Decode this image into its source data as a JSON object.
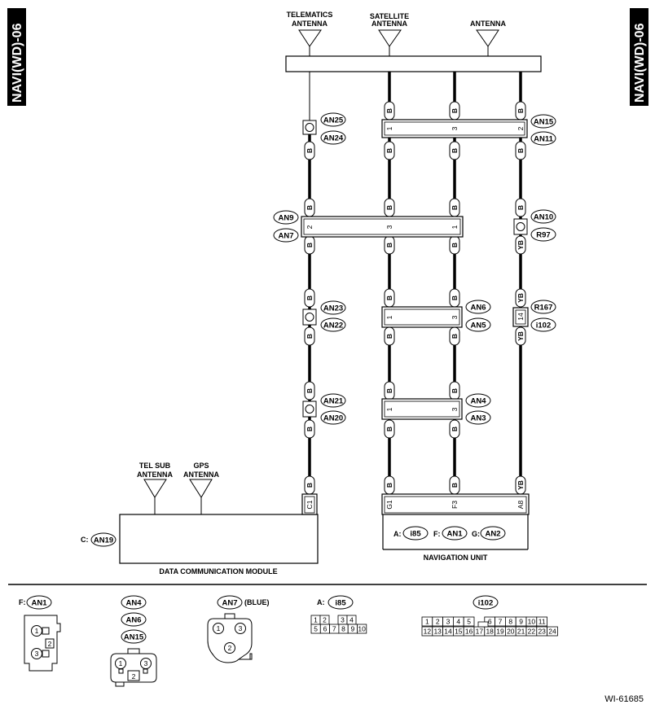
{
  "page_tag": "NAVI(WD)-06",
  "figure_id": "WI-61685",
  "antennas": {
    "telematics": [
      "TELEMATICS",
      "ANTENNA"
    ],
    "satellite": [
      "SATELLITE",
      "ANTENNA"
    ],
    "antenna": [
      "ANTENNA"
    ],
    "tel_sub": [
      "TEL SUB",
      "ANTENNA"
    ],
    "gps": [
      "GPS",
      "ANTENNA"
    ]
  },
  "wire_colors": {
    "B": "B",
    "YB": "YB"
  },
  "connectors": {
    "AN25": "AN25",
    "AN24": "AN24",
    "AN15": "AN15",
    "AN11": "AN11",
    "AN9": "AN9",
    "AN7": "AN7",
    "AN10": "AN10",
    "R97": "R97",
    "AN23": "AN23",
    "AN22": "AN22",
    "AN6": "AN6",
    "AN5": "AN5",
    "R167": "R167",
    "i102": "i102",
    "AN21": "AN21",
    "AN20": "AN20",
    "AN4": "AN4",
    "AN3": "AN3",
    "AN19": "AN19",
    "i85": "i85",
    "AN1": "AN1",
    "AN2": "AN2"
  },
  "pins": {
    "p1": "1",
    "p2": "2",
    "p3": "3",
    "p14": "14",
    "C1": "C1",
    "G1": "G1",
    "F3": "F3",
    "A8": "A8"
  },
  "modules": {
    "dcm": "DATA COMMUNICATION MODULE",
    "dcm_prefix": "C:",
    "nav": "NAVIGATION UNIT",
    "nav_prefix_a": "A:",
    "nav_prefix_f": "F:",
    "nav_prefix_g": "G:"
  },
  "legend": {
    "f_prefix": "F:",
    "a_prefix": "A:",
    "blue_note": "(BLUE)",
    "i85_row1": [
      "1",
      "2",
      "",
      "3",
      "4"
    ],
    "i85_row2": [
      "5",
      "6",
      "7",
      "8",
      "9",
      "10"
    ],
    "i102_row1": [
      "1",
      "2",
      "3",
      "4",
      "5",
      "",
      "6",
      "7",
      "8",
      "9",
      "10",
      "11"
    ],
    "i102_row2": [
      "12",
      "13",
      "14",
      "15",
      "16",
      "17",
      "18",
      "19",
      "20",
      "21",
      "22",
      "23",
      "24"
    ]
  }
}
